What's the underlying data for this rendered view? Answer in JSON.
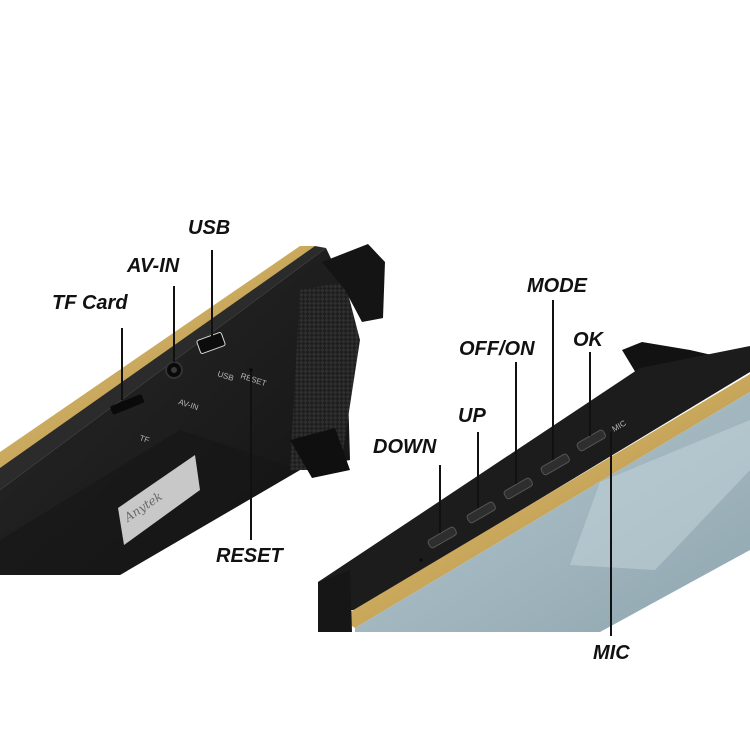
{
  "left_device": {
    "callouts": {
      "usb": "USB",
      "av_in": "AV-IN",
      "tf_card": "TF Card",
      "reset": "RESET"
    },
    "printed_labels": {
      "tf": "TF",
      "av_in": "AV-IN",
      "usb": "USB",
      "reset": "RESET"
    },
    "logo": "Anytek"
  },
  "right_device": {
    "callouts": {
      "mode": "MODE",
      "off_on": "OFF/ON",
      "ok": "OK",
      "up": "UP",
      "down": "DOWN",
      "mic": "MIC"
    },
    "printed_labels": {
      "mic": "MIC"
    }
  },
  "colors": {
    "body": "#1c1c1c",
    "gold_trim": "#c9a85c",
    "screen": "#9fb4bd",
    "callout_text": "#111111",
    "leader_line": "#111111"
  }
}
